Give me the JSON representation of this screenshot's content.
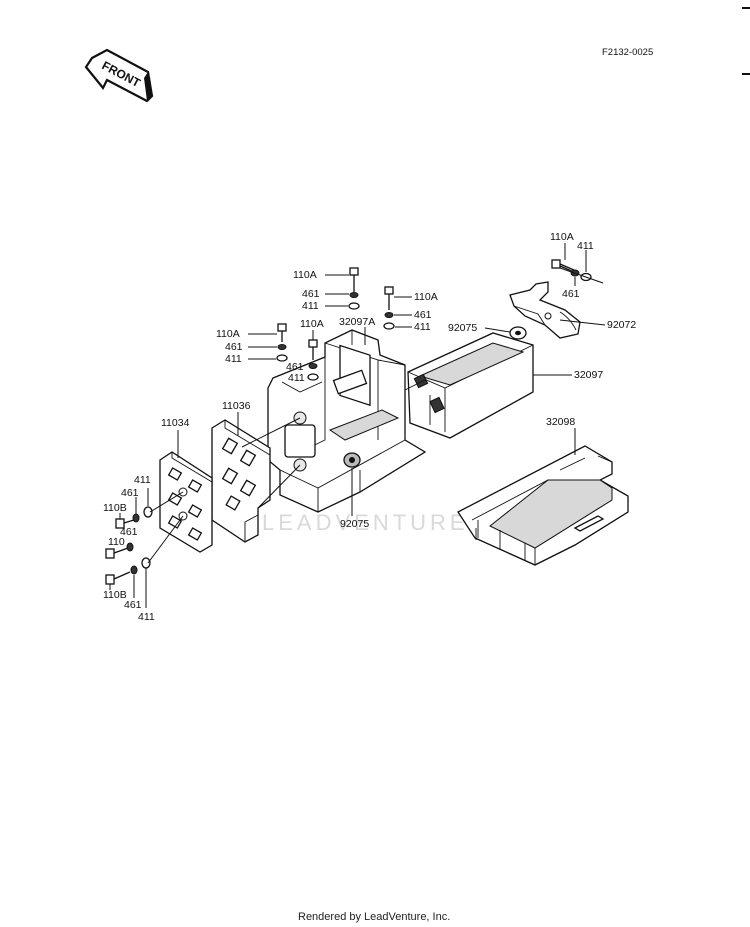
{
  "diagram_code": "F2132-0025",
  "front_label": "FRONT",
  "watermark": "LEADVENTURE",
  "footer": "Rendered by LeadVenture, Inc.",
  "callouts": {
    "c110A_top": "110A",
    "c411_top": "411",
    "c461_top": "461",
    "c92075_top": "92075",
    "c92072": "92072",
    "c32097": "32097",
    "c32098": "32098",
    "c110A_m1": "110A",
    "c461_m1": "461",
    "c411_m1": "411",
    "c110A_m2": "110A",
    "c461_m2": "461",
    "c411_m2": "411",
    "c32097A": "32097A",
    "c110A_m3": "110A",
    "c110A_m4": "110A",
    "c461_m3": "461",
    "c411_m3": "411",
    "c461_m4": "461",
    "c411_m4": "411",
    "c11036": "11036",
    "c11034": "11034",
    "c411_l1": "411",
    "c461_l1": "461",
    "c110B_l1": "110B",
    "c110_l2": "110",
    "c461_l2": "461",
    "c110B_l3": "110B",
    "c461_l3": "461",
    "c411_l3": "411",
    "c92075_bottom": "92075"
  }
}
